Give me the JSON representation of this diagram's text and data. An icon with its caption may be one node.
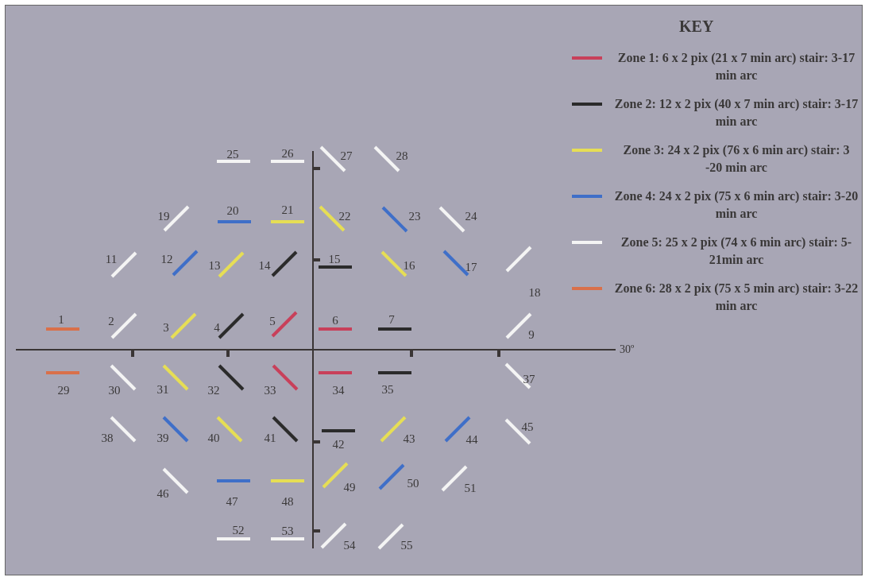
{
  "diagram": {
    "labels": [
      "KEY",
      "1",
      "2",
      "3",
      "4",
      "5",
      "6",
      "7",
      "9",
      "11",
      "12",
      "13",
      "14",
      "15",
      "16",
      "17",
      "18",
      "19",
      "20",
      "21",
      "22",
      "23",
      "24",
      "25",
      "26",
      "27",
      "28",
      "29",
      "30",
      "31",
      "32",
      "33",
      "34",
      "35",
      "37",
      "38",
      "39",
      "40",
      "41",
      "42",
      "43",
      "44",
      "45",
      "46",
      "47",
      "48",
      "49",
      "50",
      "51",
      "52",
      "53",
      "54",
      "55",
      "30º"
    ],
    "legend": [
      {
        "text": "Zone 1: 6 x 2 pix (21 x 7 min arc) stair: 3-17 min arc",
        "color": "#c8405a"
      },
      {
        "text": "Zone 2: 12 x 2 pix (40 x 7 min arc) stair: 3-17 min arc",
        "color": "#2b2b2b"
      },
      {
        "text": "Zone 3: 24 x 2 pix (76 x 6 min arc) stair: 3 -20 min arc",
        "color": "#e6de55"
      },
      {
        "text": "Zone 4: 24 x 2 pix (75 x 6 min arc) stair: 3-20 min arc",
        "color": "#3f6fc8"
      },
      {
        "text": "Zone 5: 25 x 2 pix (74 x 6 min arc) stair: 5-21min arc",
        "color": "#f4f4f4"
      },
      {
        "text": "Zone 6: 28 x 2 pix (75 x 5 min arc) stair: 3-22 min arc",
        "color": "#d9704a"
      }
    ]
  }
}
